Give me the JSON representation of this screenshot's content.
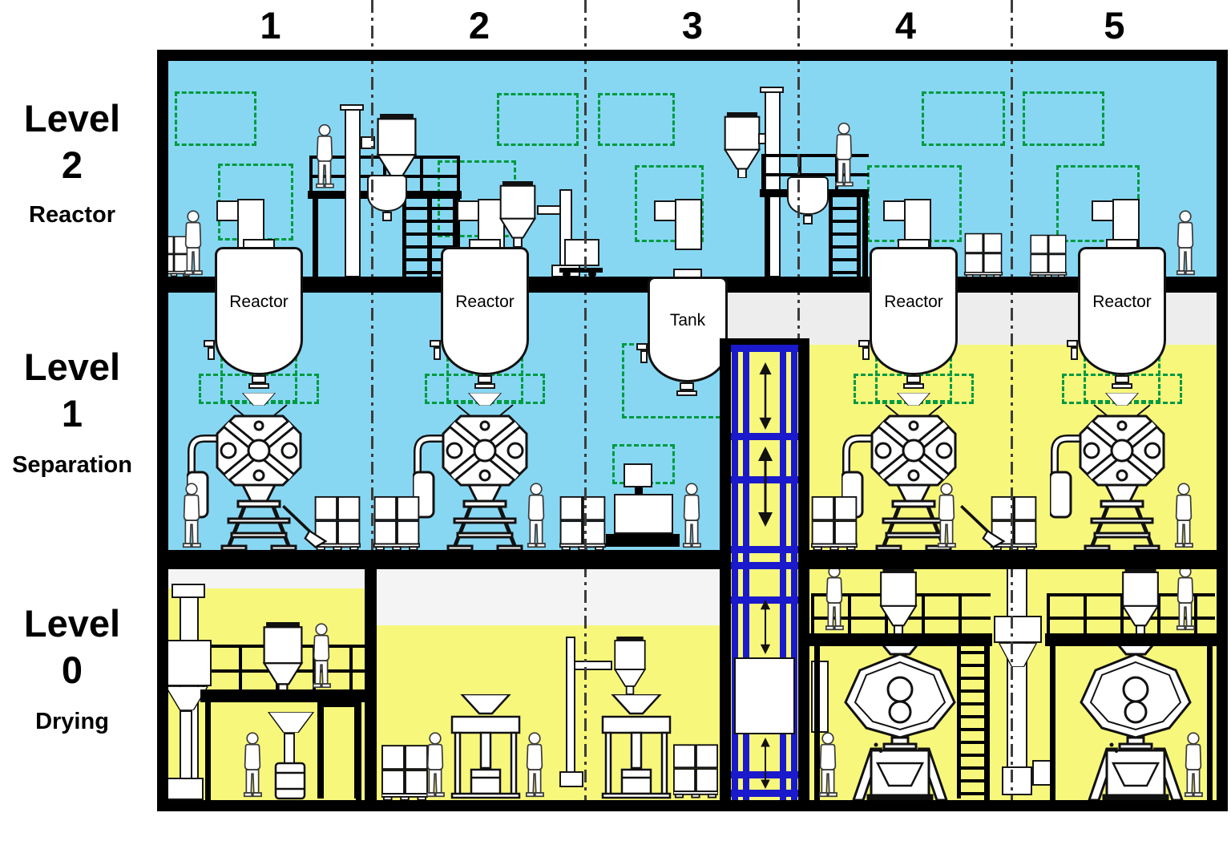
{
  "headers": {
    "items": [
      "1",
      "2",
      "3",
      "4",
      "5"
    ]
  },
  "levels": [
    {
      "title": "Level",
      "number": "2",
      "subtitle": "Reactor"
    },
    {
      "title": "Level",
      "number": "1",
      "subtitle": "Separation"
    },
    {
      "title": "Level",
      "number": "0",
      "subtitle": "Drying"
    }
  ],
  "vessels": {
    "labels": [
      "Reactor",
      "Reactor",
      "Tank",
      "Reactor",
      "Reactor"
    ]
  },
  "colors": {
    "level_blue": "#87d7f3",
    "level_yellow": "#f7f77c",
    "band_gray": "#ededed",
    "zone_green": "#009a40",
    "elevator_blue": "#1a1acc",
    "structure_black": "#000000"
  },
  "icons": {
    "elevator_arrow": "vertical double-headed arrow",
    "person_figure": "standing operator silhouette"
  }
}
